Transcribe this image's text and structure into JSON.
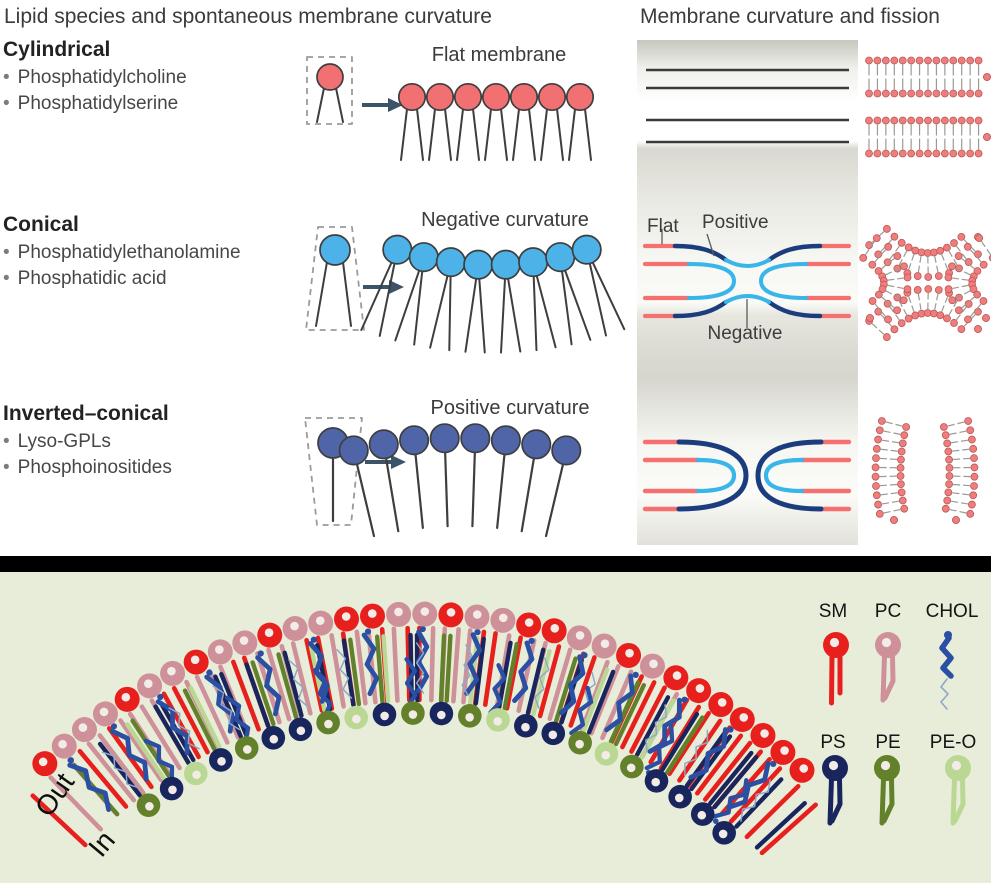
{
  "top_panel": {
    "title_left": "Lipid species and spontaneous membrane curvature",
    "title_right": "Membrane curvature and fission",
    "bullet_char": "•",
    "sections": [
      {
        "heading": "Cylindrical",
        "bullets": [
          "Phosphatidylcholine",
          "Phosphatidylserine"
        ],
        "result_label": "Flat membrane"
      },
      {
        "heading": "Conical",
        "bullets": [
          "Phosphatidylethanolamine",
          "Phosphatidic acid"
        ],
        "result_label": "Negative curvature"
      },
      {
        "heading": "Inverted–conical",
        "bullets": [
          "Lyso-GPLs",
          "Phosphoinositides"
        ],
        "result_label": "Positive curvature"
      }
    ],
    "fission_labels": {
      "flat": "Flat",
      "positive": "Positive",
      "negative": "Negative"
    },
    "rows": {
      "flat_lipids": 7,
      "conical_lipids": 8,
      "inverted_lipids": 8
    },
    "colors": {
      "red": "#f17173",
      "blue": "#4cb2e8",
      "darkblue": "#5064a8",
      "tail": "#3e3e3e",
      "arrow": "#3b5468",
      "membrane": "#3a3a3a",
      "fiss_red": "#f4716f",
      "fiss_navy": "#1b3d7e",
      "fiss_blue": "#38b5e9",
      "mini_head": "#ee7d7d",
      "mini_stroke": "#bc5858",
      "mini_tail": "#9a9a94",
      "dashed": "#9b9b9b"
    }
  },
  "bottom_panel": {
    "out_label": "Out",
    "in_label": "In",
    "legend": [
      {
        "label": "SM",
        "key": "SM"
      },
      {
        "label": "PC",
        "key": "PC"
      },
      {
        "label": "CHOL",
        "key": "CHOL"
      },
      {
        "label": "PS",
        "key": "PS"
      },
      {
        "label": "PE",
        "key": "PE"
      },
      {
        "label": "PE-O",
        "key": "PEO"
      }
    ],
    "colors": {
      "SM": "#e8201d",
      "PC": "#cf9199",
      "CHOL": "#2b4fa2",
      "CHOL_thin": "#8fa8c8",
      "PS": "#19265e",
      "PE": "#63802a",
      "PEO": "#bad893",
      "hole": "#f2ebe7",
      "bg": "#e8edda"
    },
    "outer_leaflet": [
      "SM",
      "PC",
      "PC",
      "PC",
      "SM",
      "PC",
      "PC",
      "SM",
      "PC",
      "PC",
      "SM",
      "PC",
      "PC",
      "SM",
      "SM",
      "PC",
      "PC",
      "SM",
      "PC",
      "PC",
      "SM",
      "SM",
      "PC",
      "PC",
      "SM",
      "PC",
      "SM",
      "SM",
      "SM",
      "SM",
      "SM",
      "SM",
      "SM"
    ],
    "inner_leaflet": [
      "PE",
      "PS",
      "PEO",
      "PS",
      "PE",
      "PS",
      "PS",
      "PE",
      "PEO",
      "PS",
      "PE",
      "PS",
      "PE",
      "PEO",
      "PS",
      "PS",
      "PE",
      "PEO",
      "PE",
      "PS",
      "PS",
      "PS",
      "PS"
    ],
    "chol_counts": {
      "outer": 15,
      "thin": 12,
      "inner": 8
    }
  }
}
